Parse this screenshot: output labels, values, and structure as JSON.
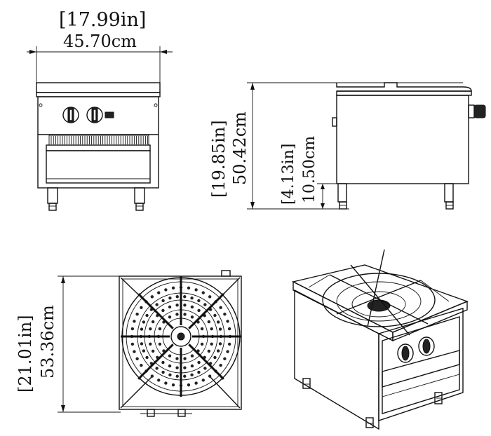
{
  "dimensions": {
    "width": {
      "imperial": "[17.99in]",
      "metric": "45.70cm"
    },
    "height": {
      "imperial": "[19.85in]",
      "metric": "50.42cm"
    },
    "leg_height": {
      "imperial": "[4.13in]",
      "metric": "10.50cm"
    },
    "depth": {
      "imperial": "[21.01in]",
      "metric": "53.36cm"
    }
  }
}
